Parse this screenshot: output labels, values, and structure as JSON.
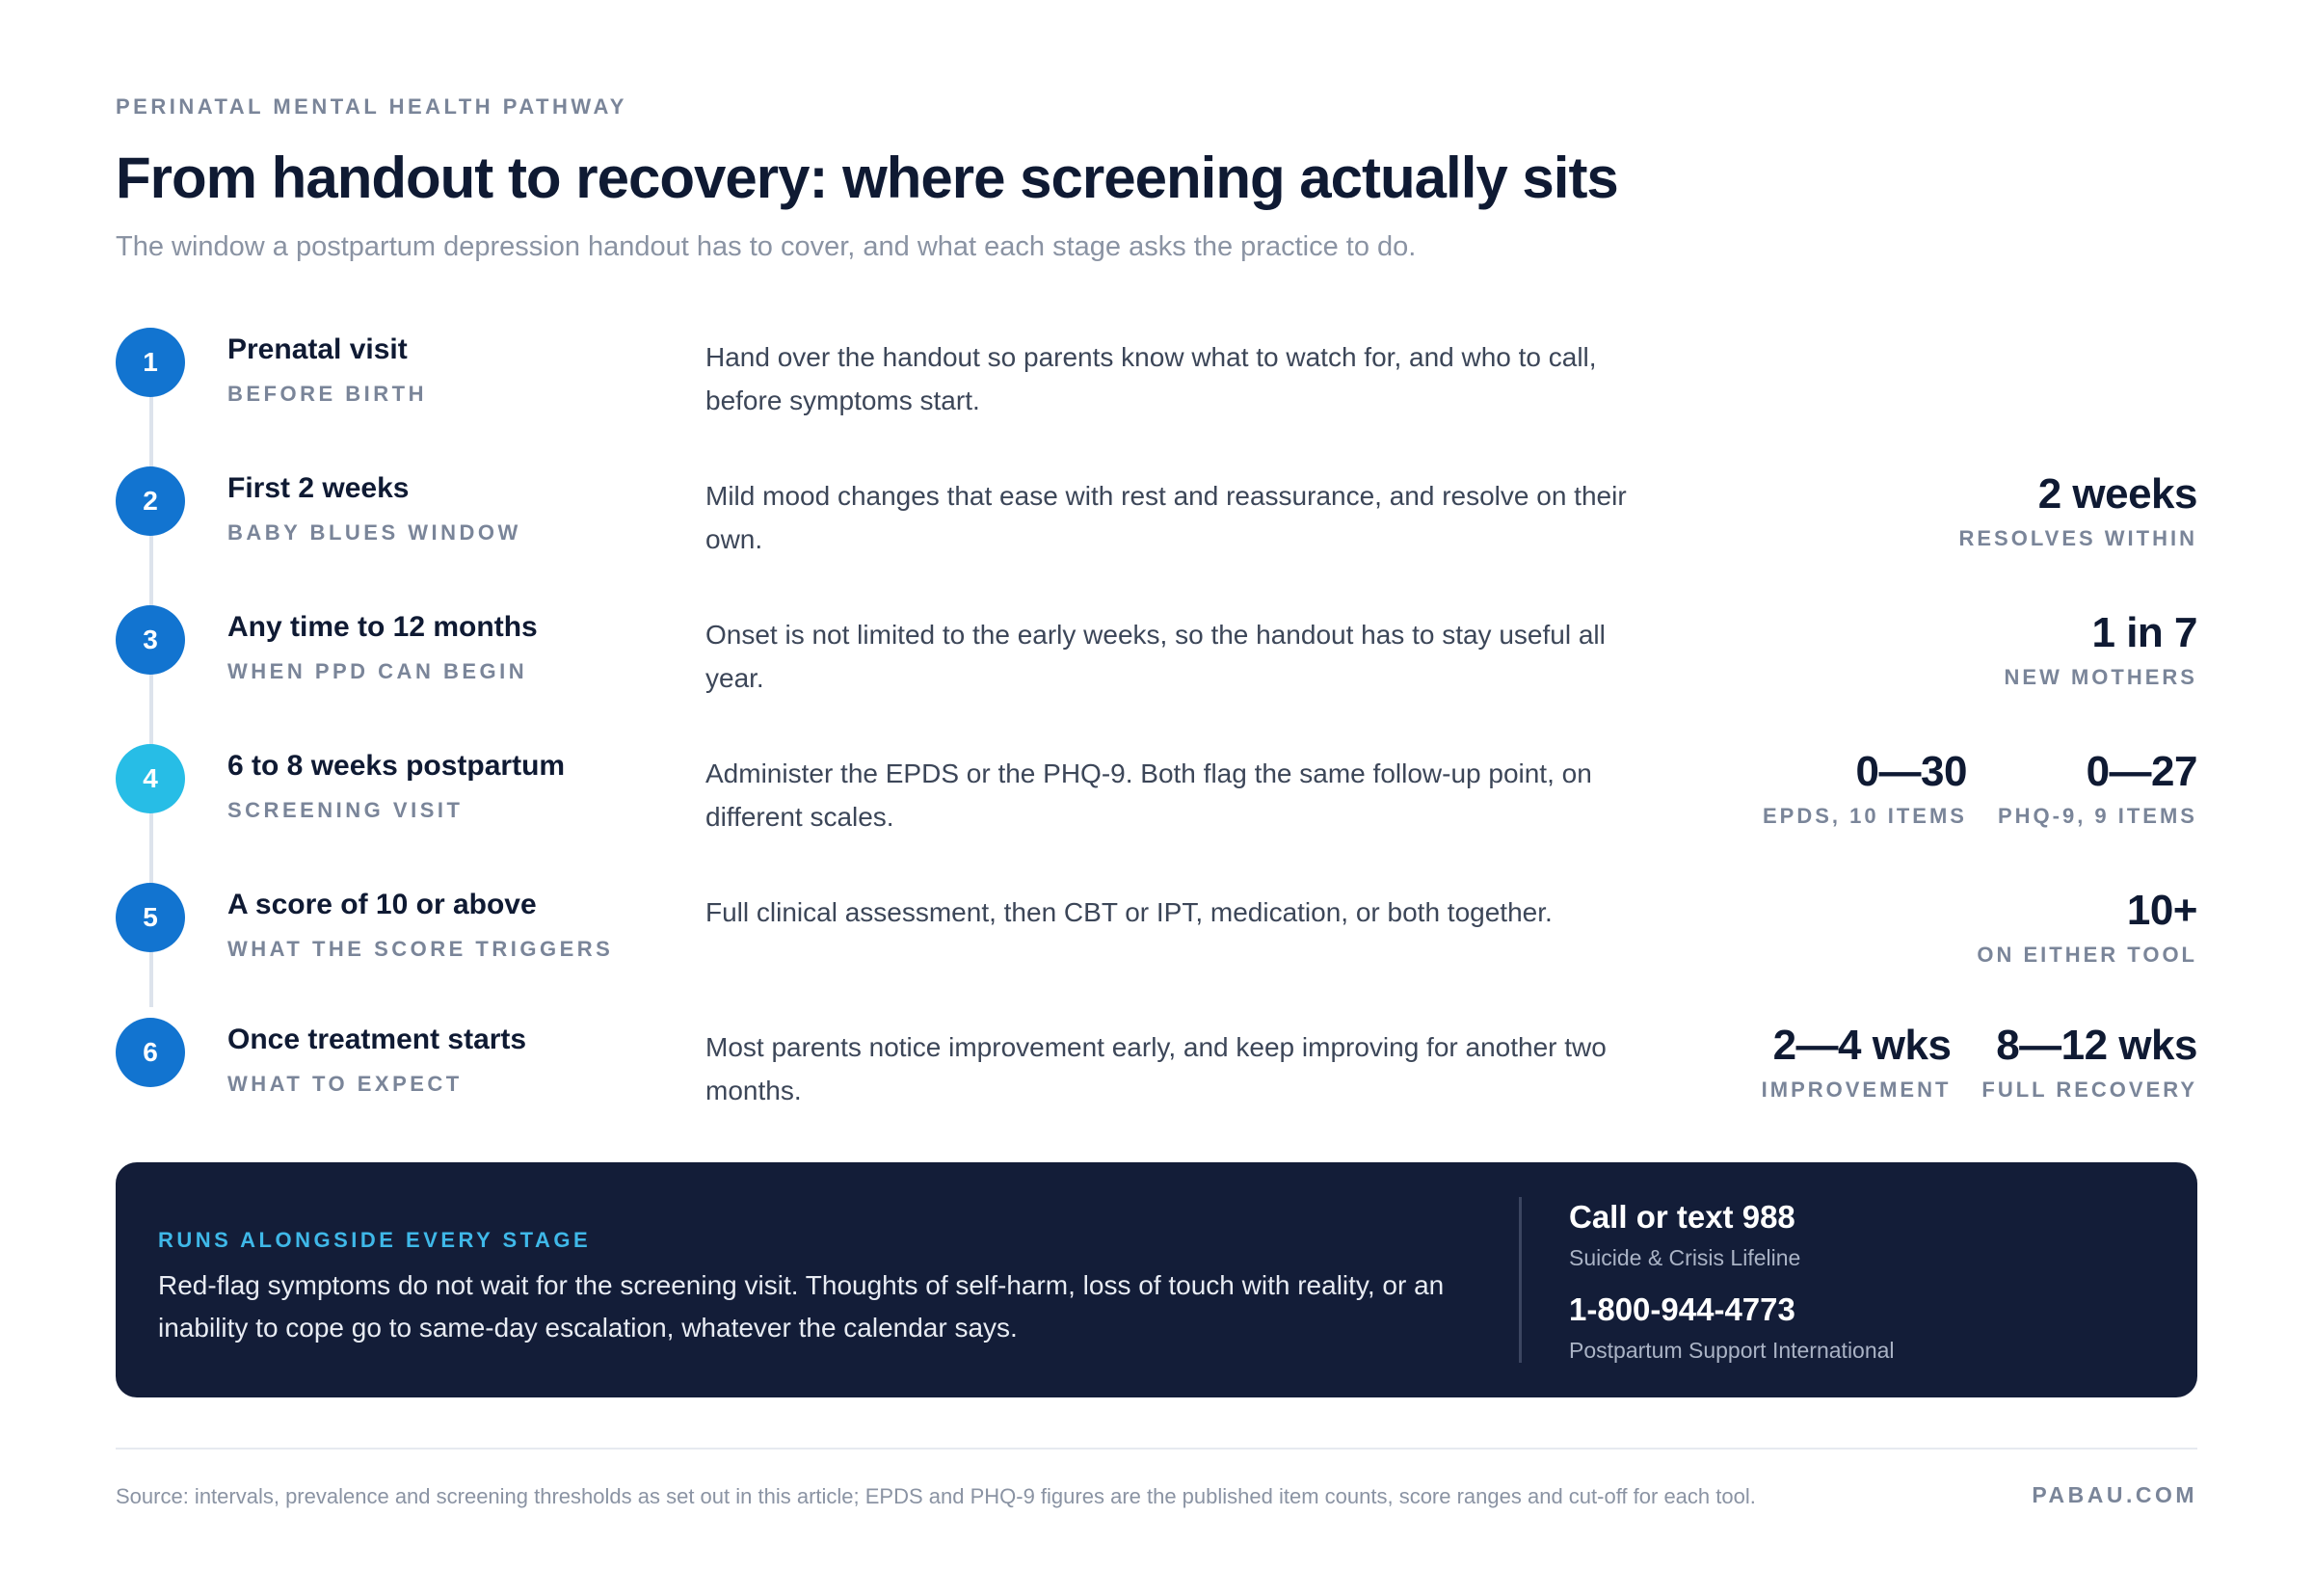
{
  "header": {
    "eyebrow": "PERINATAL MENTAL HEALTH PATHWAY",
    "title": "From handout to recovery: where screening actually sits",
    "subtitle": "The window a postpartum depression handout has to cover, and what each stage asks the practice to do."
  },
  "colors": {
    "stage_default": "#1274d0",
    "stage_highlight": "#27bde6",
    "callout_bg": "#131d38",
    "callout_accent": "#3fb8e8",
    "ink": "#0f1a33",
    "muted": "#7a8599"
  },
  "stages": [
    {
      "number": "1",
      "title": "Prenatal visit",
      "subtitle": "BEFORE BIRTH",
      "description": "Hand over the handout so parents know what to watch for, and who to call, before symptoms start.",
      "stats": []
    },
    {
      "number": "2",
      "title": "First 2 weeks",
      "subtitle": "BABY BLUES WINDOW",
      "description": "Mild mood changes that ease with rest and reassurance, and resolve on their own.",
      "stats": [
        {
          "value": "2 weeks",
          "label": "RESOLVES WITHIN"
        }
      ]
    },
    {
      "number": "3",
      "title": "Any time to 12 months",
      "subtitle": "WHEN PPD CAN BEGIN",
      "description": "Onset is not limited to the early weeks, so the handout has to stay useful all year.",
      "stats": [
        {
          "value": "1 in 7",
          "label": "NEW MOTHERS"
        }
      ]
    },
    {
      "number": "4",
      "title": "6 to 8 weeks postpartum",
      "subtitle": "SCREENING VISIT",
      "description": "Administer the EPDS or the PHQ-9. Both flag the same follow-up point, on different scales.",
      "highlight": true,
      "stats": [
        {
          "value": "0—30",
          "label": "EPDS, 10 ITEMS"
        },
        {
          "value": "0—27",
          "label": "PHQ-9, 9 ITEMS"
        }
      ]
    },
    {
      "number": "5",
      "title": "A score of 10 or above",
      "subtitle": "WHAT THE SCORE TRIGGERS",
      "description": "Full clinical assessment, then CBT or IPT, medication, or both together.",
      "stats": [
        {
          "value": "10+",
          "label": "ON EITHER TOOL"
        }
      ]
    },
    {
      "number": "6",
      "title": "Once treatment starts",
      "subtitle": "WHAT TO EXPECT",
      "description": "Most parents notice improvement early, and keep improving for another two months.",
      "stats": [
        {
          "value": "2—4 wks",
          "label": "IMPROVEMENT"
        },
        {
          "value": "8—12 wks",
          "label": "FULL RECOVERY"
        }
      ]
    }
  ],
  "callout": {
    "eyebrow": "RUNS ALONGSIDE EVERY STAGE",
    "body": "Red-flag symptoms do not wait for the screening visit. Thoughts of self-harm, loss of touch with reality, or an inability to cope go to same-day escalation, whatever the calendar says.",
    "contacts": [
      {
        "number": "Call or text 988",
        "name": "Suicide & Crisis Lifeline"
      },
      {
        "number": "1-800-944-4773",
        "name": "Postpartum Support International"
      }
    ]
  },
  "footer": {
    "source": "Source: intervals, prevalence and screening thresholds as set out in this article; EPDS and PHQ-9 figures are the published item counts, score ranges and cut-off for each tool.",
    "brand": "PABAU.COM"
  }
}
